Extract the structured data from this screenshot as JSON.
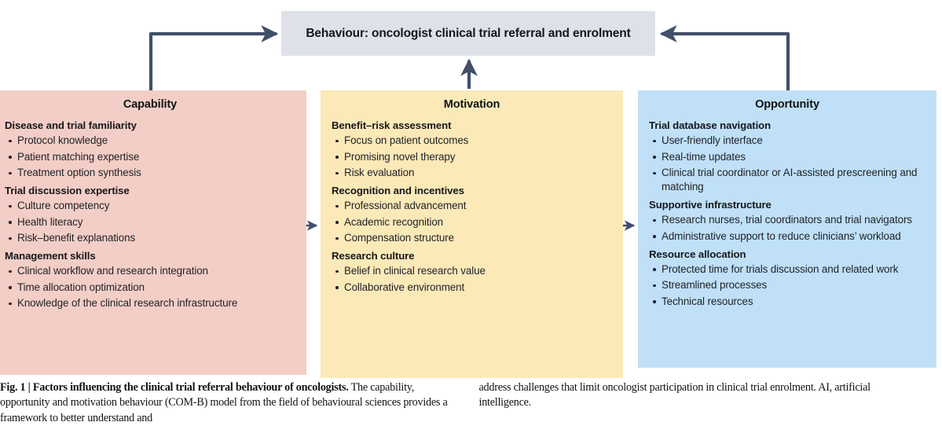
{
  "behaviour": {
    "title": "Behaviour: oncologist clinical trial referral and enrolment"
  },
  "colors": {
    "capability_bg": "#f3cec6",
    "motivation_bg": "#fbe9b8",
    "opportunity_bg": "#bfe0f7",
    "behaviour_bg": "#dfe1e8",
    "arrow": "#414f6b"
  },
  "pillars": [
    {
      "id": "capability",
      "title": "Capability",
      "groups": [
        {
          "head": "Disease and trial familiarity",
          "items": [
            "Protocol knowledge",
            "Patient matching expertise",
            "Treatment option synthesis"
          ]
        },
        {
          "head": "Trial discussion expertise",
          "items": [
            "Culture competency",
            "Health literacy",
            "Risk–benefit explanations"
          ]
        },
        {
          "head": "Management skills",
          "items": [
            "Clinical workflow and research integration",
            "Time allocation optimization",
            "Knowledge of the clinical research infrastructure"
          ]
        }
      ]
    },
    {
      "id": "motivation",
      "title": "Motivation",
      "groups": [
        {
          "head": "Benefit–risk assessment",
          "items": [
            "Focus on patient outcomes",
            "Promising novel therapy",
            "Risk evaluation"
          ]
        },
        {
          "head": "Recognition and incentives",
          "items": [
            "Professional advancement",
            "Academic recognition",
            "Compensation structure"
          ]
        },
        {
          "head": "Research culture",
          "items": [
            "Belief in clinical research value",
            "Collaborative environment"
          ]
        }
      ]
    },
    {
      "id": "opportunity",
      "title": "Opportunity",
      "groups": [
        {
          "head": "Trial database navigation",
          "items": [
            "User-friendly interface",
            "Real-time updates",
            "Clinical trial coordinator or AI-assisted prescreening and matching"
          ]
        },
        {
          "head": "Supportive infrastructure",
          "items": [
            "Research nurses, trial coordinators and trial navigators",
            "Administrative support to reduce clinicians’ workload"
          ]
        },
        {
          "head": "Resource allocation",
          "items": [
            "Protected time for trials discussion and related work",
            "Streamlined processes",
            "Technical resources"
          ]
        }
      ]
    }
  ],
  "caption": {
    "figure_label": "Fig. 1 | ",
    "lead": "Factors influencing the clinical trial referral behaviour of oncologists.",
    "body_left": " The capability, opportunity and motivation behaviour (COM-B) model from the field of behavioural sciences provides a framework to better understand and",
    "body_right": "address challenges that limit oncologist participation in clinical trial enrolment. AI, artificial intelligence."
  }
}
